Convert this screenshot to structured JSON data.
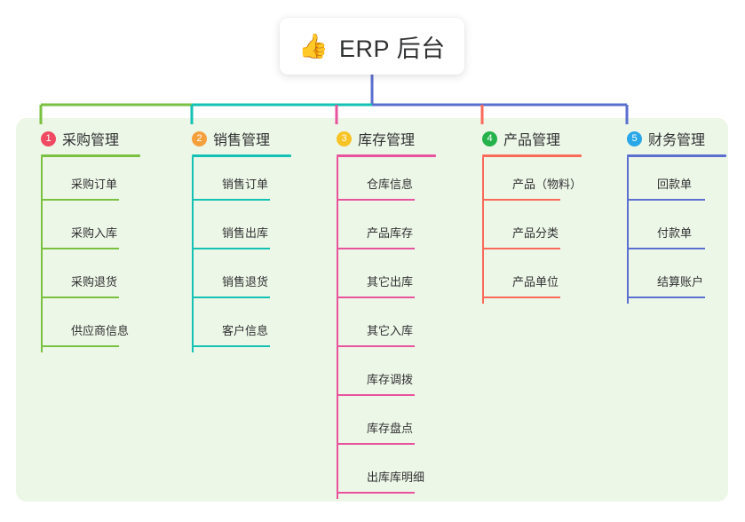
{
  "root": {
    "icon": "thumbs-up-emoji",
    "emoji": "👍",
    "title": "ERP 后台"
  },
  "palette": {
    "panel_bg": "#edf7e7",
    "page_bg": "#ffffff",
    "text": "#303133",
    "green": "#7ac142",
    "teal": "#13c2b4",
    "pink": "#e8539e",
    "salmon": "#fa6a5a",
    "blue": "#5b6fd0",
    "badge_red": "#f04a63",
    "badge_orange": "#f5a03c",
    "badge_yellow": "#f7c325",
    "badge_green": "#25b24b",
    "badge_blue": "#29a7e8"
  },
  "branches": [
    {
      "index": "1",
      "badge_color": "#f04a63",
      "line_color": "#7ac142",
      "title": "采购管理",
      "items": [
        "采购订单",
        "采购入库",
        "采购退货",
        "供应商信息"
      ]
    },
    {
      "index": "2",
      "badge_color": "#f5a03c",
      "line_color": "#13c2b4",
      "title": "销售管理",
      "items": [
        "销售订单",
        "销售出库",
        "销售退货",
        "客户信息"
      ]
    },
    {
      "index": "3",
      "badge_color": "#f7c325",
      "line_color": "#e8539e",
      "title": "库存管理",
      "items": [
        "仓库信息",
        "产品库存",
        "其它出库",
        "其它入库",
        "库存调拨",
        "库存盘点",
        "出库库明细"
      ]
    },
    {
      "index": "4",
      "badge_color": "#25b24b",
      "line_color": "#fa6a5a",
      "title": "产品管理",
      "items": [
        "产品（物料）",
        "产品分类",
        "产品单位"
      ]
    },
    {
      "index": "5",
      "badge_color": "#29a7e8",
      "line_color": "#5b6fd0",
      "title": "财务管理",
      "items": [
        "回款单",
        "付款单",
        "结算账户"
      ]
    }
  ]
}
